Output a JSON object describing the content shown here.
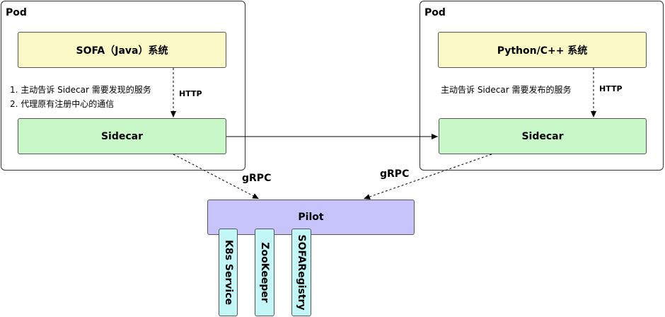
{
  "left_pod": {
    "title": "Pod",
    "app_box": "SOFA（Java）系统",
    "notes": [
      "1. 主动告诉 Sidecar 需要发现的服务",
      "2. 代理原有注册中心的通信"
    ],
    "http_label": "HTTP",
    "sidecar": "Sidecar"
  },
  "right_pod": {
    "title": "Pod",
    "app_box": "Python/C++ 系统",
    "note": "主动告诉 Sidecar 需要发布的服务",
    "http_label": "HTTP",
    "sidecar": "Sidecar"
  },
  "grpc_left": "gRPC",
  "grpc_right": "gRPC",
  "pilot": "Pilot",
  "registries": [
    "K8s Service",
    "ZooKeeper",
    "SOFARegistry"
  ],
  "colors": {
    "app_box": "#fbf9c5",
    "sidecar": "#c8f7c8",
    "pilot": "#c6c4fb",
    "registry": "#c3f7f7"
  }
}
